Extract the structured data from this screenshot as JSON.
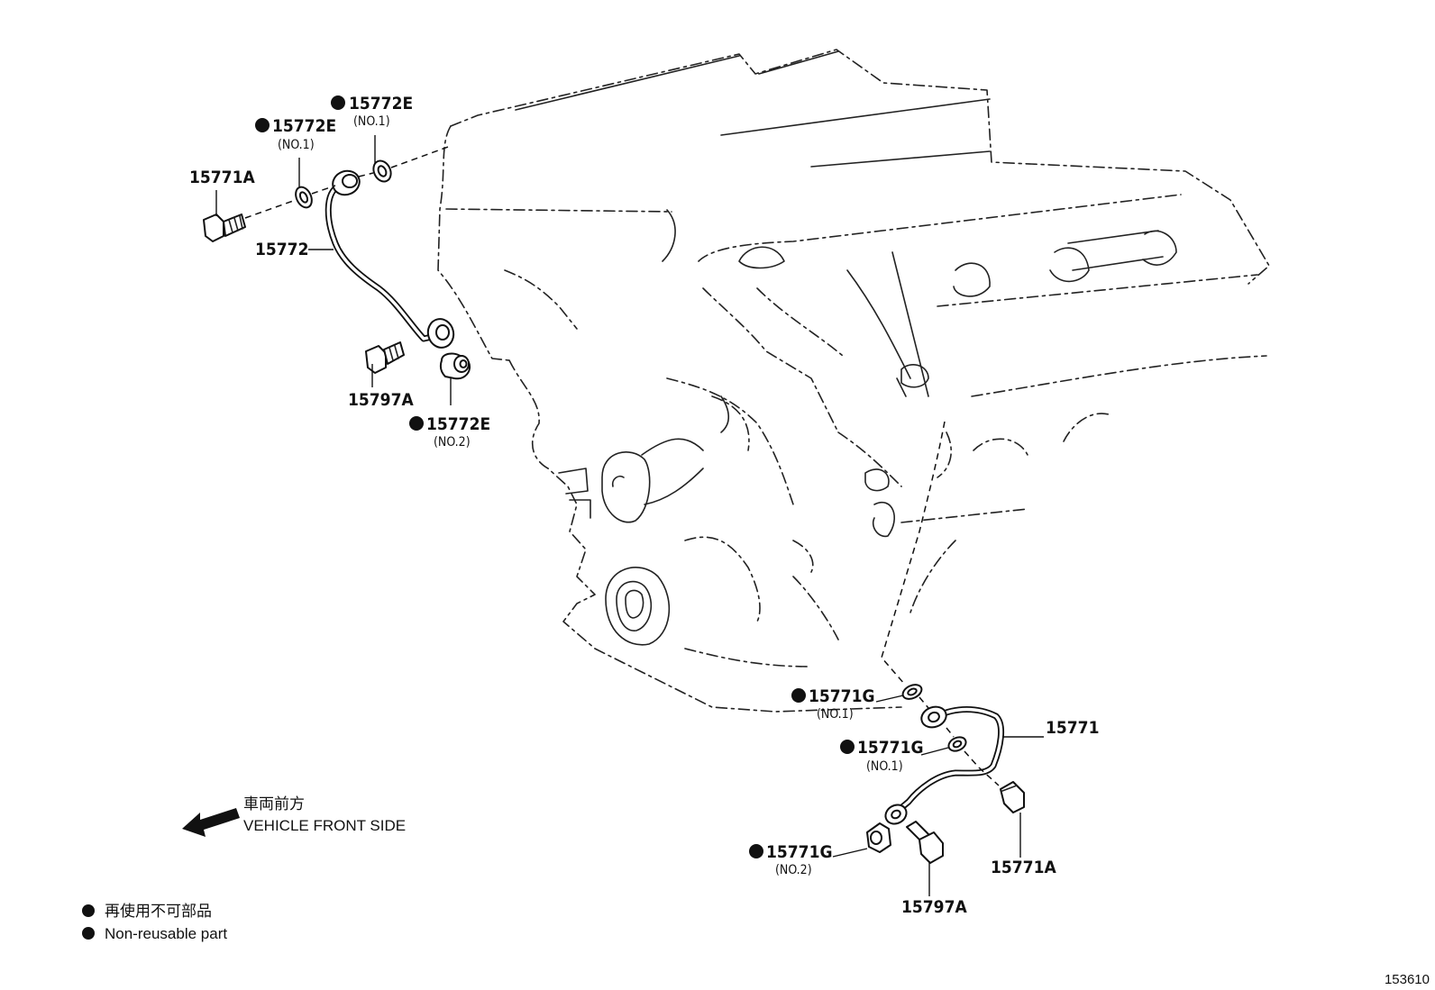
{
  "callouts": {
    "p15772e_top_right": {
      "pn": "15772E",
      "qual": "(NO.1)",
      "non_reusable": true
    },
    "p15772e_top_left": {
      "pn": "15772E",
      "qual": "(NO.1)",
      "non_reusable": true
    },
    "p15771a_top": {
      "pn": "15771A"
    },
    "p15772": {
      "pn": "15772"
    },
    "p15797a_top": {
      "pn": "15797A"
    },
    "p15772e_no2": {
      "pn": "15772E",
      "qual": "(NO.2)",
      "non_reusable": true
    },
    "p15771g_upper": {
      "pn": "15771G",
      "qual": "(NO.1)",
      "non_reusable": true
    },
    "p15771": {
      "pn": "15771"
    },
    "p15771g_mid": {
      "pn": "15771G",
      "qual": "(NO.1)",
      "non_reusable": true
    },
    "p15771a_bottom": {
      "pn": "15771A"
    },
    "p15771g_no2": {
      "pn": "15771G",
      "qual": "(NO.2)",
      "non_reusable": true
    },
    "p15797a_bottom": {
      "pn": "15797A"
    }
  },
  "direction": {
    "label_jp": "車両前方",
    "label_en": "VEHICLE FRONT SIDE"
  },
  "legend": {
    "line_jp": "再使用不可部品",
    "line_en": "Non-reusable part"
  },
  "figure_number": "153610"
}
